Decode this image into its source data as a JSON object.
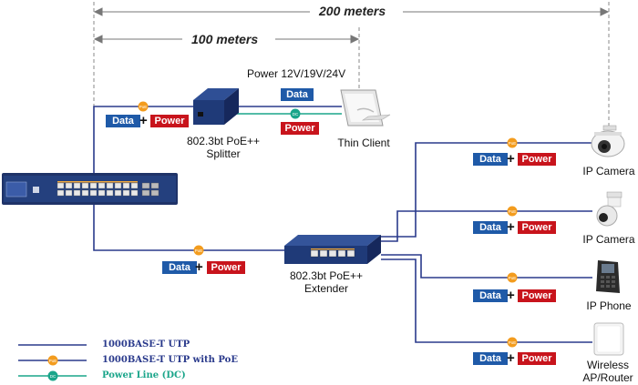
{
  "distances": {
    "far": "200 meters",
    "near": "100 meters"
  },
  "tags": {
    "data": "Data",
    "power": "Power"
  },
  "badges": {
    "poe": "PoE",
    "dc": "DC"
  },
  "splitter": {
    "label_line1": "802.3bt PoE++",
    "label_line2": "Splitter",
    "power_note": "Power 12V/19V/24V"
  },
  "thin_client": {
    "label": "Thin Client"
  },
  "extender": {
    "label_line1": "802.3bt PoE++",
    "label_line2": "Extender"
  },
  "devices": [
    {
      "label_line1": "IP Camera",
      "label_line2": ""
    },
    {
      "label_line1": "IP Camera",
      "label_line2": ""
    },
    {
      "label_line1": "IP Phone",
      "label_line2": ""
    },
    {
      "label_line1": "Wireless",
      "label_line2": "AP/Router"
    }
  ],
  "legend": [
    {
      "text": "1000BASE-T UTP",
      "color": "#2a3a8c"
    },
    {
      "text": "1000BASE-T UTP with PoE",
      "color": "#2a3a8c"
    },
    {
      "text": "Power Line (DC)",
      "color": "#1aa58a"
    }
  ],
  "colors": {
    "utp": "#2a3a8c",
    "dc": "#1aa58a",
    "poe_badge": "#f39c1e",
    "data_tag": "#1f5aa8",
    "power_tag": "#c8141c"
  }
}
